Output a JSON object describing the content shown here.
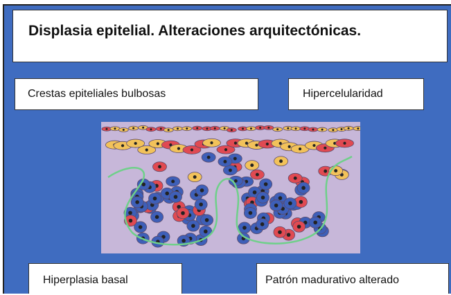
{
  "title": "Displasia epitelial. Alteraciones arquitectónicas.",
  "labels": {
    "crestas": "Crestas epiteliales bulbosas",
    "hipercelularidad": "Hipercelularidad",
    "basal": "Hiperplasia basal",
    "patron": "Patrón madurativo alterado"
  },
  "colors": {
    "slide_background": "#3f6cc0",
    "tissue_background": "#c7b7d9",
    "mature_cell": "#f2c25a",
    "red_cell": "#e04a52",
    "basal_cell": "#3e5fb8",
    "membrane_line": "#6fd08a"
  }
}
